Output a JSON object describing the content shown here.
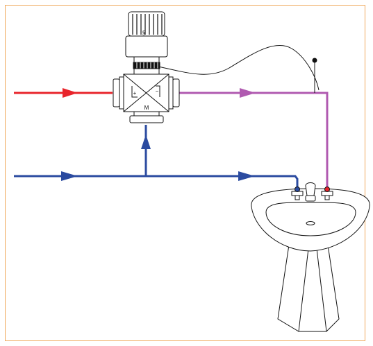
{
  "diagram": {
    "valve_ports": {
      "hot_symbol": "+",
      "cold_symbol": "−",
      "mixed_label": "M"
    },
    "knob_symbol": "§",
    "colors": {
      "frame": "#f0a95b",
      "hot": "#e8242b",
      "cold": "#2b4ba0",
      "mixed": "#b05ab0",
      "outline": "#111111"
    },
    "flows": [
      {
        "name": "hot-inlet",
        "color": "hot"
      },
      {
        "name": "cold-supply",
        "color": "cold"
      },
      {
        "name": "cold-to-valve",
        "color": "cold"
      },
      {
        "name": "mixed-outlet",
        "color": "mixed"
      }
    ],
    "components": [
      "thermostatic-head",
      "mixing-valve",
      "remote-sensor",
      "washbasin",
      "hot-tap",
      "cold-tap",
      "faucet"
    ]
  }
}
